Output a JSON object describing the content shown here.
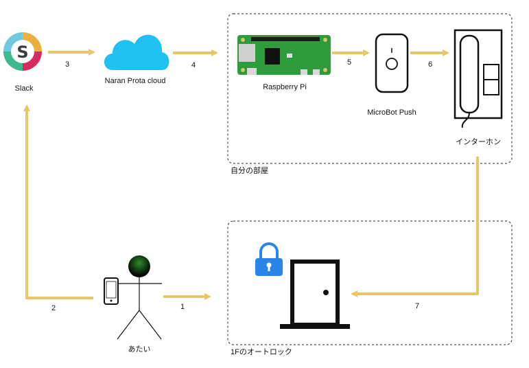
{
  "nodes": {
    "slack": "Slack",
    "cloud": "Naran Prota cloud",
    "raspberry": "Raspberry Pi",
    "microbot": "MicroBot Push",
    "intercom": "インターホン",
    "person": "あたい"
  },
  "groups": {
    "my_room": "自分の部屋",
    "autolock": "1Fのオートロック"
  },
  "steps": [
    "1",
    "2",
    "3",
    "4",
    "5",
    "6",
    "7"
  ],
  "colors": {
    "arrow": "#E8C76A",
    "cloud": "#1EC1F1",
    "pcb": "#2E9B3C",
    "lock": "#2B84E8",
    "boundary": "#222222"
  }
}
